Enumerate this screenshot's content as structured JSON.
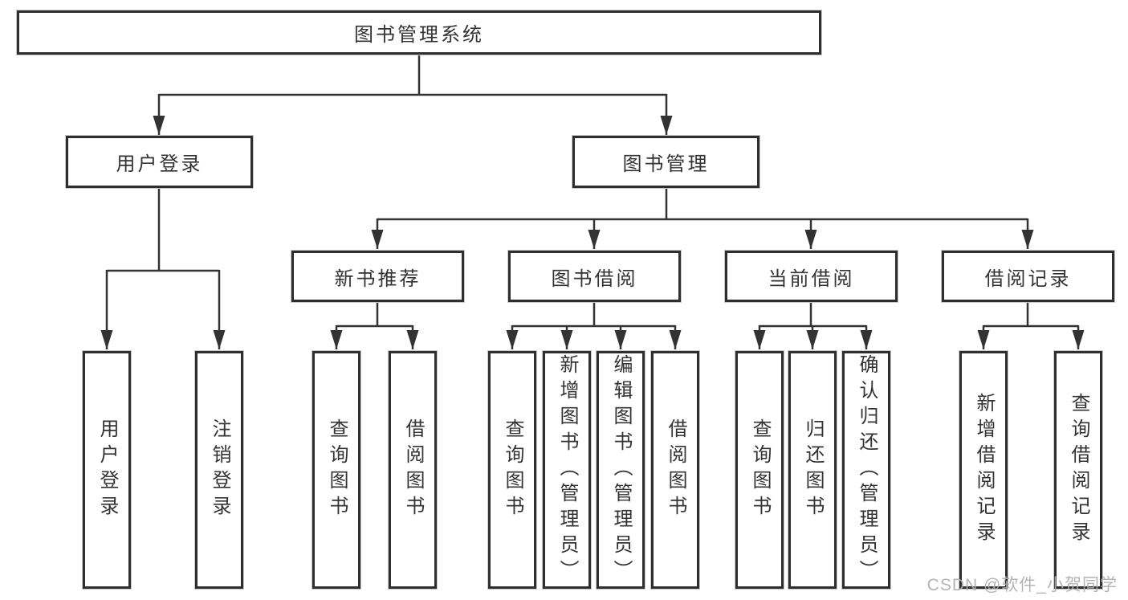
{
  "colors": {
    "line": "#333333",
    "box_border": "#2e2e2e",
    "box_fill": "#ffffff",
    "text": "#333333",
    "watermark": "#aeaeae",
    "background": "#ffffff"
  },
  "watermark": {
    "text": "CSDN @软件_小贺同学"
  },
  "tree": {
    "label": "图书管理系统",
    "children": [
      {
        "label": "用户登录",
        "children": [
          {
            "label": "用户登录"
          },
          {
            "label": "注销登录"
          }
        ]
      },
      {
        "label": "图书管理",
        "children": [
          {
            "label": "新书推荐",
            "children": [
              {
                "label": "查询图书"
              },
              {
                "label": "借阅图书"
              }
            ]
          },
          {
            "label": "图书借阅",
            "children": [
              {
                "label": "查询图书"
              },
              {
                "label": "新增图书（管理员）"
              },
              {
                "label": "编辑图书（管理员）"
              },
              {
                "label": "借阅图书"
              }
            ]
          },
          {
            "label": "当前借阅",
            "children": [
              {
                "label": "查询图书"
              },
              {
                "label": "归还图书"
              },
              {
                "label": "确认归还（管理员）"
              }
            ]
          },
          {
            "label": "借阅记录",
            "children": [
              {
                "label": "新增借阅记录"
              },
              {
                "label": "查询借阅记录"
              }
            ]
          }
        ]
      }
    ]
  }
}
